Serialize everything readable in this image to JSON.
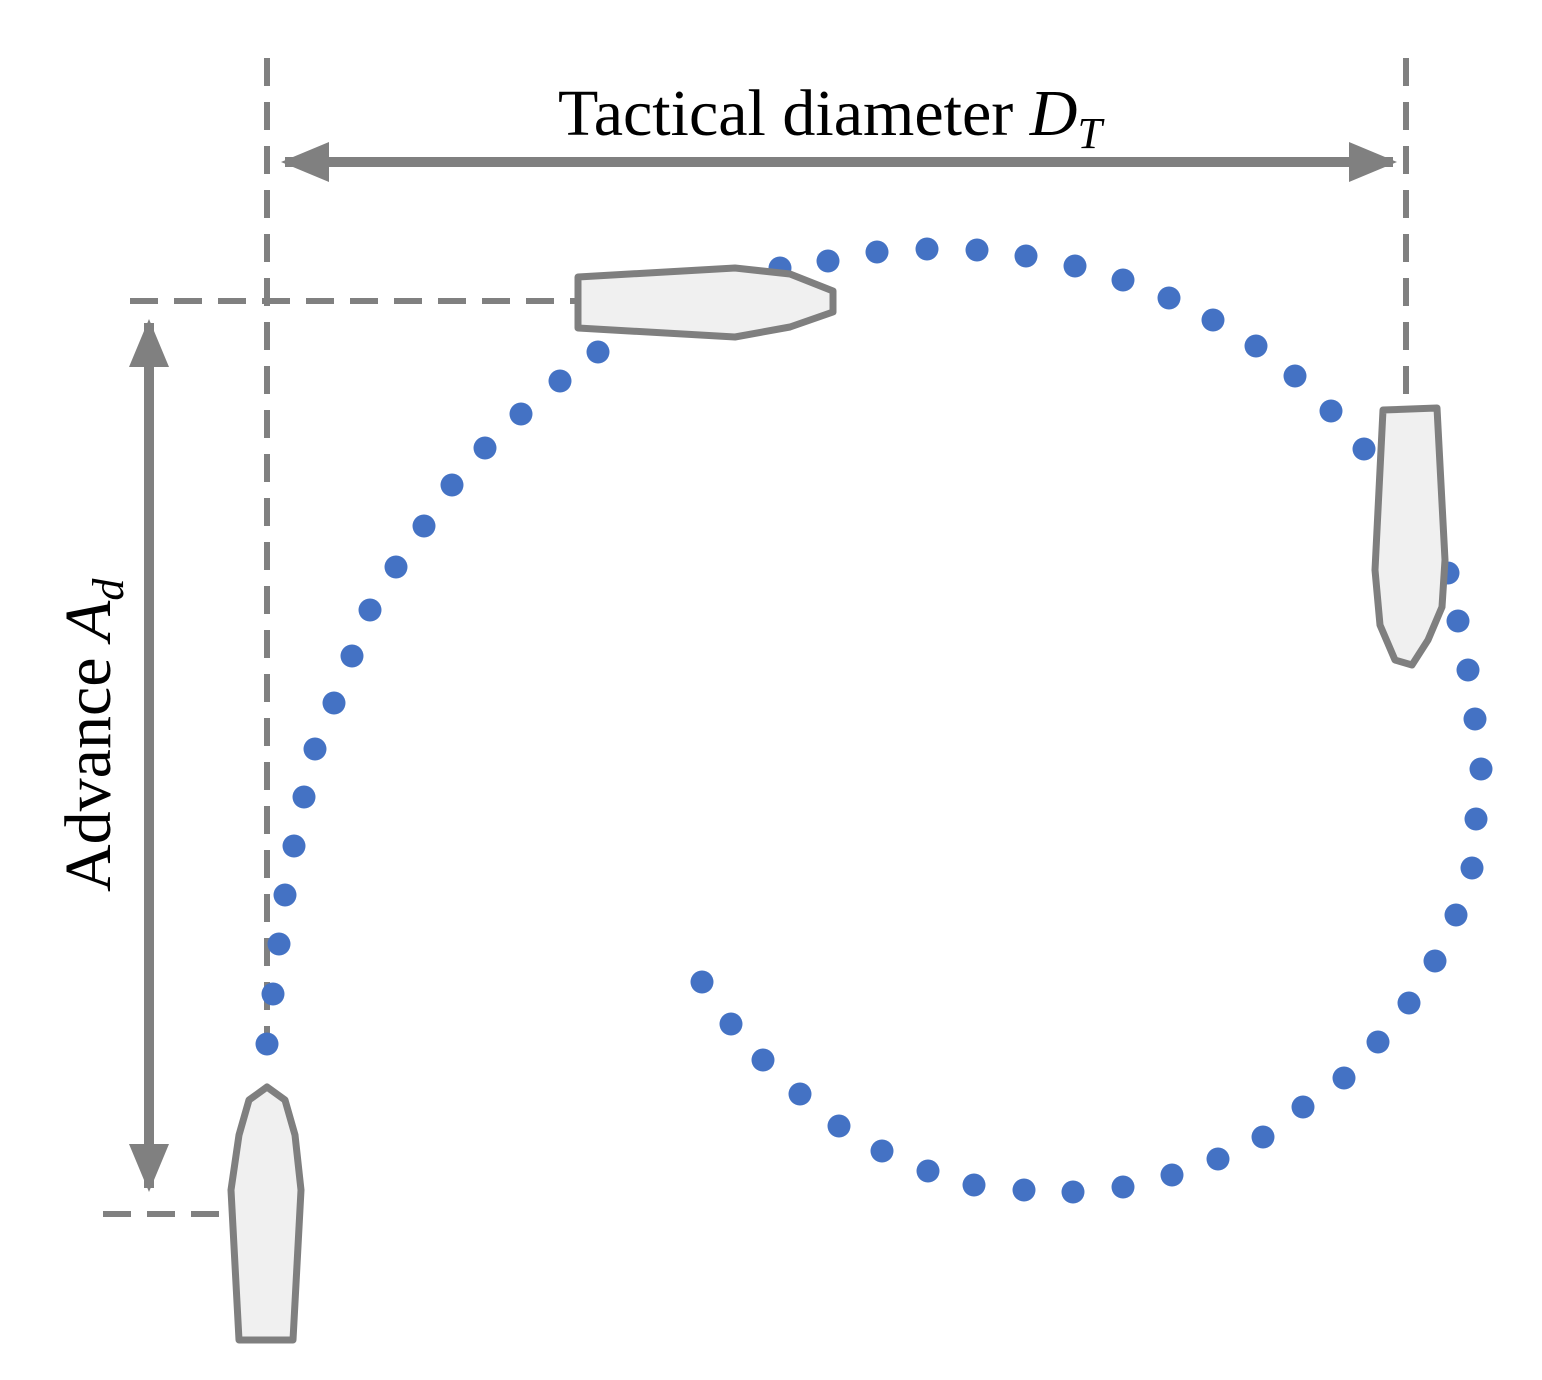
{
  "labels": {
    "tactical_diameter": {
      "text": "Tactical diameter ",
      "symbol": "D",
      "subscript": "T"
    },
    "advance": {
      "text": "Advance ",
      "symbol": "A",
      "subscript": "d"
    }
  },
  "colors": {
    "trajectory": "#4472C4",
    "guide": "#808080",
    "ship_fill": "#F0F0F0",
    "ship_stroke": "#7F7F7F",
    "text": "#000000"
  },
  "icons": {
    "ship": "ship-hull-icon",
    "arrow": "double-headed-arrow-icon"
  }
}
